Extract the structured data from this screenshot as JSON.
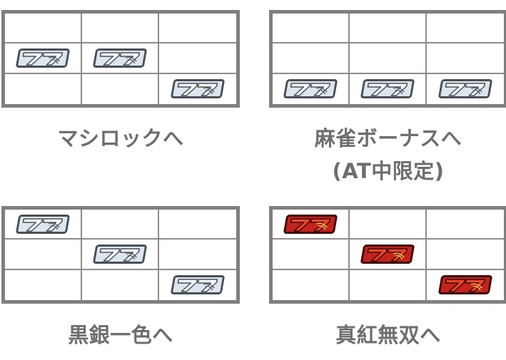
{
  "panels": [
    {
      "id": "tl",
      "caption": "マシロックへ",
      "caption_line2": "",
      "symbols": [
        {
          "row": 2,
          "col": 1,
          "type": "silver-seven"
        },
        {
          "row": 2,
          "col": 2,
          "type": "silver-seven"
        },
        {
          "row": 3,
          "col": 3,
          "type": "silver-seven"
        }
      ]
    },
    {
      "id": "tr",
      "caption": "麻雀ボーナスへ",
      "caption_line2": "(AT中限定)",
      "symbols": [
        {
          "row": 3,
          "col": 1,
          "type": "silver-seven"
        },
        {
          "row": 3,
          "col": 2,
          "type": "silver-seven"
        },
        {
          "row": 3,
          "col": 3,
          "type": "silver-seven"
        }
      ]
    },
    {
      "id": "bl",
      "caption": "黒銀一色へ",
      "caption_line2": "",
      "symbols": [
        {
          "row": 1,
          "col": 1,
          "type": "silver-seven"
        },
        {
          "row": 2,
          "col": 2,
          "type": "silver-seven"
        },
        {
          "row": 3,
          "col": 3,
          "type": "silver-seven"
        }
      ]
    },
    {
      "id": "br",
      "caption": "真紅無双へ",
      "caption_line2": "",
      "symbols": [
        {
          "row": 1,
          "col": 1,
          "type": "red-seven"
        },
        {
          "row": 2,
          "col": 2,
          "type": "red-seven"
        },
        {
          "row": 3,
          "col": 3,
          "type": "red-seven"
        }
      ]
    }
  ],
  "symbol_colors": {
    "silver": "#dbe6ef",
    "silver_outline": "#4a4f56",
    "red": "#c4231c",
    "red_outline": "#3a0a08"
  }
}
